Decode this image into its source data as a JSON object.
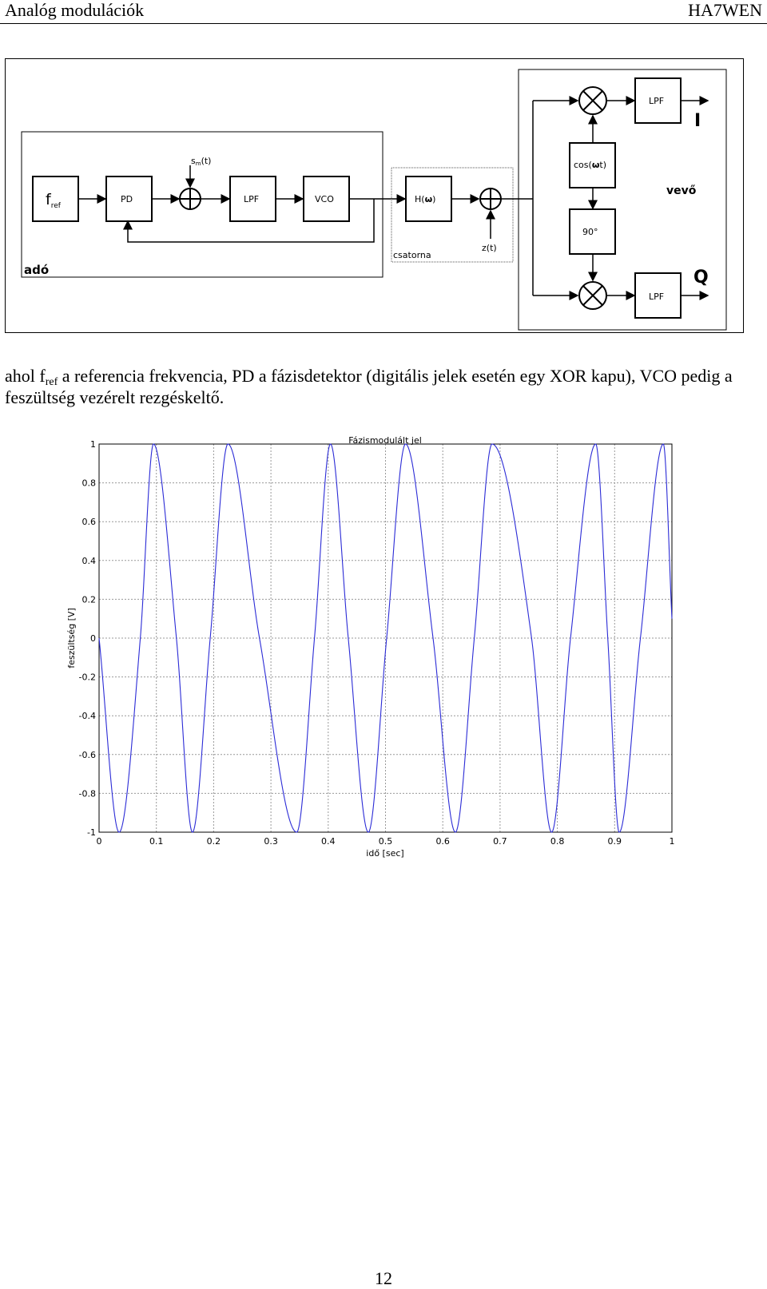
{
  "header": {
    "left": "Analóg modulációk",
    "right": "HA7WEN"
  },
  "diagram": {
    "transmitter": {
      "label": "adó",
      "fref_main": "f",
      "fref_sub": "ref",
      "pd": "PD",
      "sm_main": "s",
      "sm_sub": "m",
      "sm_arg": "(t)",
      "lpf": "LPF",
      "vco": "VCO"
    },
    "channel": {
      "label": "csatorna",
      "h_prefix": "H(",
      "h_suffix": ")",
      "noise": "z(t)"
    },
    "receiver": {
      "label": "vevő",
      "cos_prefix": "cos(",
      "cos_suffix": "t)",
      "shift": "90°",
      "lpf_top": "LPF",
      "lpf_bottom": "LPF",
      "out_i": "I",
      "out_q": "Q"
    }
  },
  "caption": {
    "t1": "ahol f",
    "sub": "ref",
    "t2": " a referencia frekvencia, PD a fázisdetektor (digitális jelek esetén egy XOR kapu), VCO pedig a feszültség vezérelt rezgéskeltő."
  },
  "chart_data": {
    "type": "line",
    "title": "Fázismodulált jel",
    "xlabel": "idő [sec]",
    "ylabel": "feszültség [V]",
    "xlim": [
      0,
      1
    ],
    "ylim": [
      -1,
      1
    ],
    "grid": true,
    "xticks": [
      "0",
      "0.1",
      "0.2",
      "0.3",
      "0.4",
      "0.5",
      "0.6",
      "0.7",
      "0.8",
      "0.9",
      "1"
    ],
    "yticks": [
      "1",
      "0.8",
      "0.6",
      "0.4",
      "0.2",
      "0",
      "-0.2",
      "-0.4",
      "-0.6",
      "-0.8",
      "-1"
    ],
    "line_color": "#2b2bd6",
    "series": [
      {
        "x": [
          0,
          0.035,
          0.072,
          0.095,
          0.135,
          0.163,
          0.194,
          0.225,
          0.28,
          0.345,
          0.376,
          0.404,
          0.435,
          0.47,
          0.502,
          0.535,
          0.583,
          0.622,
          0.655,
          0.686,
          0.755,
          0.79,
          0.823,
          0.867,
          0.888,
          0.908,
          0.945,
          0.985,
          1.0
        ],
        "y": [
          0,
          -1,
          0,
          1,
          0,
          -1,
          0,
          1,
          0,
          -1,
          0,
          1,
          0,
          -1,
          0,
          1,
          0,
          -1,
          0,
          1,
          0,
          -1,
          0,
          1,
          0,
          -1,
          0,
          1,
          0.1
        ]
      }
    ]
  },
  "page_number": "12"
}
